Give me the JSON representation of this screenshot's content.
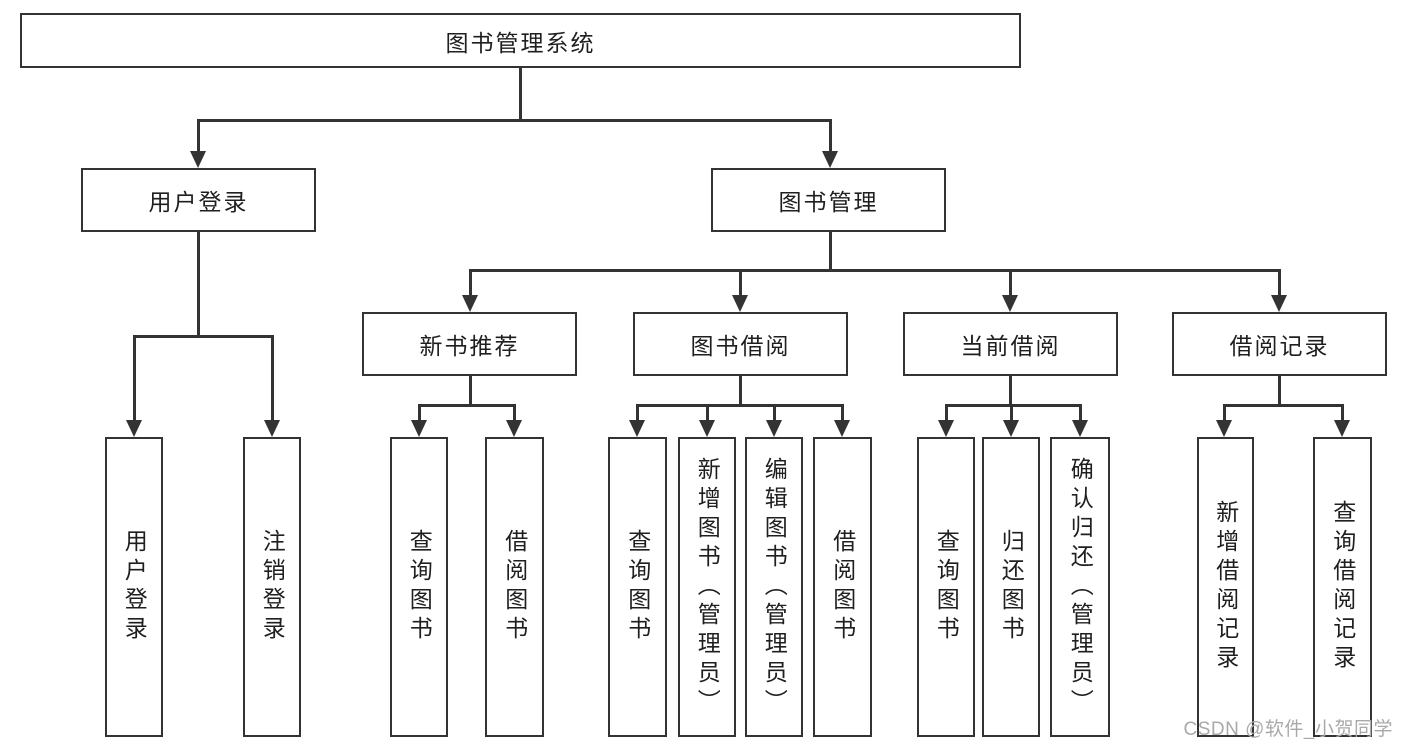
{
  "diagram": {
    "title": "图书管理系统",
    "level2": {
      "user_login": "用户登录",
      "book_mgmt": "图书管理"
    },
    "level3": {
      "new_books": "新书推荐",
      "book_borrow": "图书借阅",
      "current_borrow": "当前借阅",
      "borrow_records": "借阅记录"
    },
    "leaves": {
      "user_login_child1": "用户登录",
      "user_login_child2": "注销登录",
      "new_books_child1": "查询图书",
      "new_books_child2": "借阅图书",
      "book_borrow_child1": "查询图书",
      "book_borrow_child2": "新增图书（管理员）",
      "book_borrow_child3": "编辑图书（管理员）",
      "book_borrow_child4": "借阅图书",
      "current_borrow_child1": "查询图书",
      "current_borrow_child2": "归还图书",
      "current_borrow_child3": "确认归还（管理员）",
      "borrow_records_child1": "新增借阅记录",
      "borrow_records_child2": "查询借阅记录"
    }
  },
  "watermark": {
    "text": "CSDN @软件_小贺同学"
  },
  "colors": {
    "line": "#333333",
    "text": "#1f1f1f",
    "watermark": "#a9a9a9",
    "background": "#ffffff"
  }
}
